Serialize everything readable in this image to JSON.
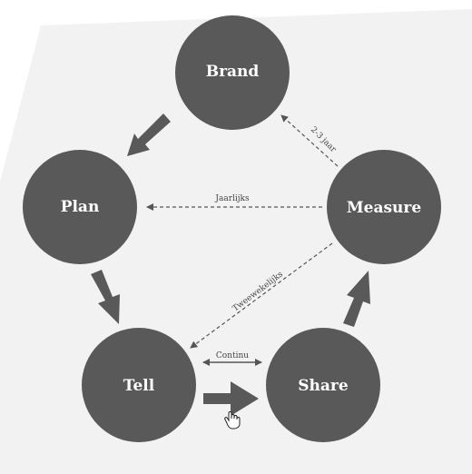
{
  "colors": {
    "background": "#ffffff",
    "panel": "#f2f2f2",
    "node": "#595959",
    "node_text": "#ffffff",
    "arrow": "#595959",
    "dashed": "#555555"
  },
  "nodes": [
    {
      "id": "brand",
      "label": "Brand"
    },
    {
      "id": "plan",
      "label": "Plan"
    },
    {
      "id": "tell",
      "label": "Tell"
    },
    {
      "id": "share",
      "label": "Share"
    },
    {
      "id": "measure",
      "label": "Measure"
    }
  ],
  "cycle_edges": [
    {
      "from": "brand",
      "to": "plan"
    },
    {
      "from": "plan",
      "to": "tell"
    },
    {
      "from": "tell",
      "to": "share"
    },
    {
      "from": "share",
      "to": "measure"
    }
  ],
  "feedback_edges": [
    {
      "from": "measure",
      "to": "brand",
      "label": "2-3 jaar"
    },
    {
      "from": "measure",
      "to": "plan",
      "label": "Jaarlijks"
    },
    {
      "from": "measure",
      "to": "tell",
      "label": "Tweewekelijks"
    },
    {
      "from": "tell",
      "to": "share",
      "label": "Continu",
      "bidirectional": true
    }
  ],
  "cursor_icon": "hand-pointer-icon"
}
